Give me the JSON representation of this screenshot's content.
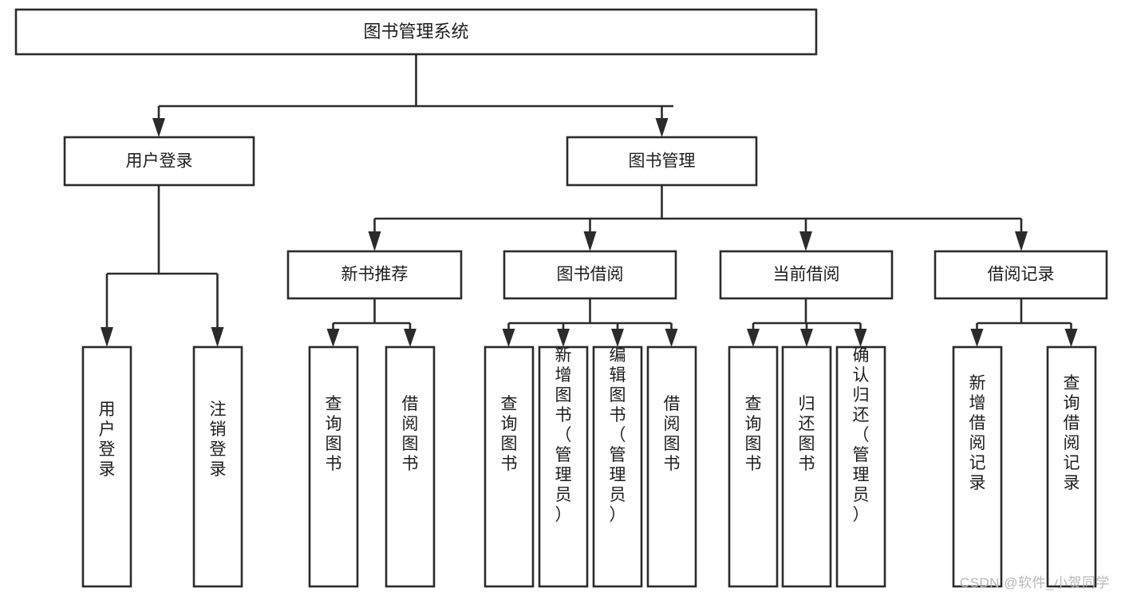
{
  "diagram": {
    "title": "图书管理系统",
    "type": "tree",
    "watermark": "CSDN @软件_小贺同学",
    "colors": {
      "stroke": "#2b2b2b",
      "box_fill": "#ffffff",
      "text": "#1d1d1d",
      "background": "#ffffff",
      "watermark": "#b9b9b9"
    },
    "levels": {
      "root": {
        "label": "图书管理系统"
      },
      "level2": [
        {
          "label": "用户登录"
        },
        {
          "label": "图书管理"
        }
      ],
      "level3": [
        {
          "label": "新书推荐"
        },
        {
          "label": "图书借阅"
        },
        {
          "label": "当前借阅"
        },
        {
          "label": "借阅记录"
        }
      ],
      "leaves": [
        {
          "label": "用户登录",
          "parent": "用户登录"
        },
        {
          "label": "注销登录",
          "parent": "用户登录"
        },
        {
          "label": "查询图书",
          "parent": "新书推荐"
        },
        {
          "label": "借阅图书",
          "parent": "新书推荐"
        },
        {
          "label": "查询图书",
          "parent": "图书借阅"
        },
        {
          "label": "新增图书（管理员）",
          "parent": "图书借阅"
        },
        {
          "label": "编辑图书（管理员）",
          "parent": "图书借阅"
        },
        {
          "label": "借阅图书",
          "parent": "图书借阅"
        },
        {
          "label": "查询图书",
          "parent": "当前借阅"
        },
        {
          "label": "归还图书",
          "parent": "当前借阅"
        },
        {
          "label": "确认归还（管理员）",
          "parent": "当前借阅"
        },
        {
          "label": "新增借阅记录",
          "parent": "借阅记录"
        },
        {
          "label": "查询借阅记录",
          "parent": "借阅记录"
        }
      ]
    }
  }
}
